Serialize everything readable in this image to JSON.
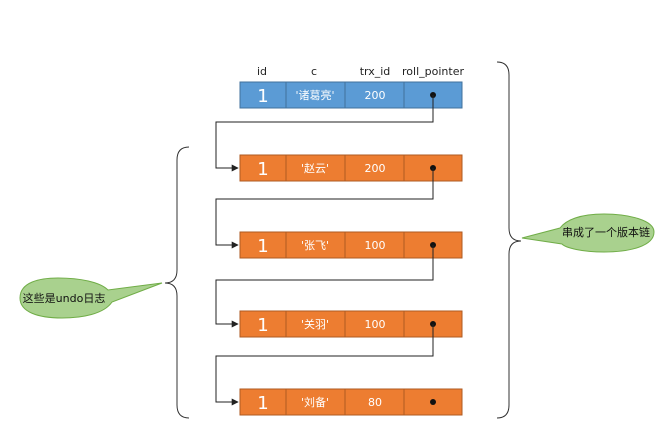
{
  "columns": [
    "id",
    "c",
    "trx_id",
    "roll_pointer"
  ],
  "current_row": {
    "id": "1",
    "c": "'诸葛亮'",
    "trx_id": "200"
  },
  "undo_rows": [
    {
      "id": "1",
      "c": "'赵云'",
      "trx_id": "200"
    },
    {
      "id": "1",
      "c": "'张飞'",
      "trx_id": "100"
    },
    {
      "id": "1",
      "c": "'关羽'",
      "trx_id": "100"
    },
    {
      "id": "1",
      "c": "'刘备'",
      "trx_id": "80"
    }
  ],
  "labels": {
    "undo_log": "这些是undo日志",
    "version_chain": "串成了一个版本链"
  },
  "colors": {
    "current_fill": "#5b9bd5",
    "current_stroke": "#41719c",
    "undo_fill": "#ed7d31",
    "undo_stroke": "#ae5a21",
    "callout_fill": "#a9d18e",
    "callout_stroke": "#70ad47"
  }
}
